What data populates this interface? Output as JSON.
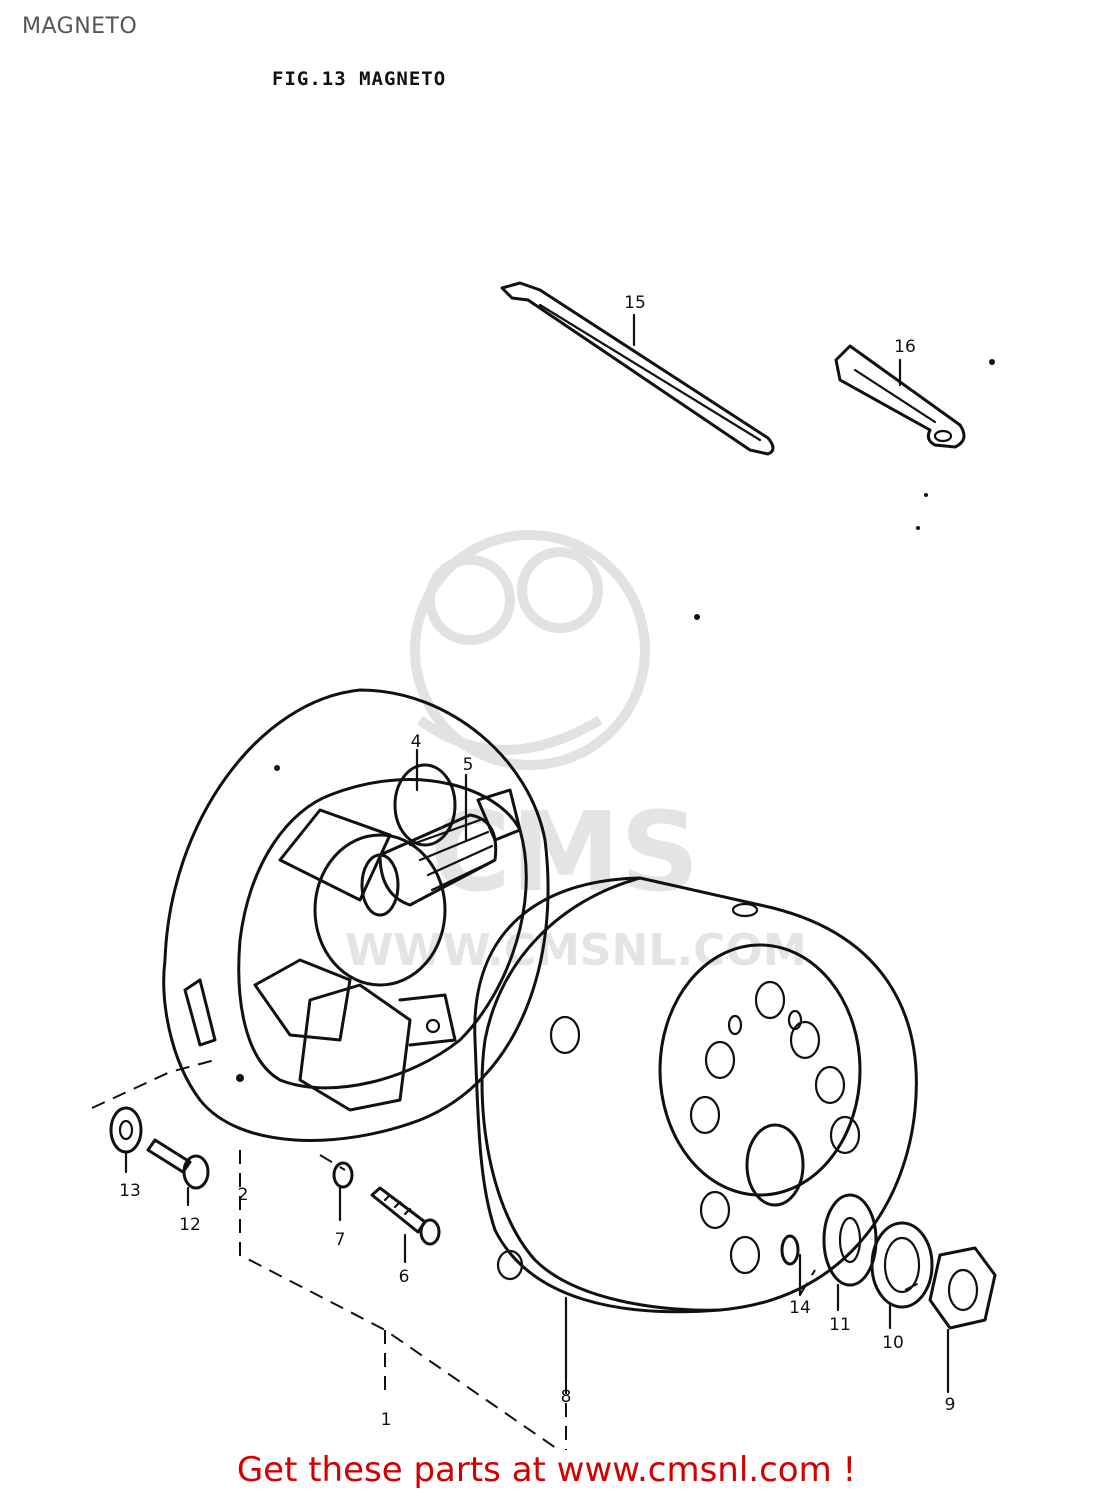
{
  "page": {
    "title": "MAGNETO",
    "figure_title": "FIG.13 MAGNETO"
  },
  "watermark": {
    "brand": "CMS",
    "url": "WWW.CMSNL.COM"
  },
  "parts": [
    {
      "ref": "1"
    },
    {
      "ref": "2"
    },
    {
      "ref": "4"
    },
    {
      "ref": "5"
    },
    {
      "ref": "6"
    },
    {
      "ref": "7"
    },
    {
      "ref": "8"
    },
    {
      "ref": "9"
    },
    {
      "ref": "10"
    },
    {
      "ref": "11"
    },
    {
      "ref": "12"
    },
    {
      "ref": "13"
    },
    {
      "ref": "14"
    },
    {
      "ref": "15"
    },
    {
      "ref": "16"
    }
  ],
  "footer": {
    "text": "Get these parts at www.cmsnl.com !",
    "color": "#d40000"
  }
}
